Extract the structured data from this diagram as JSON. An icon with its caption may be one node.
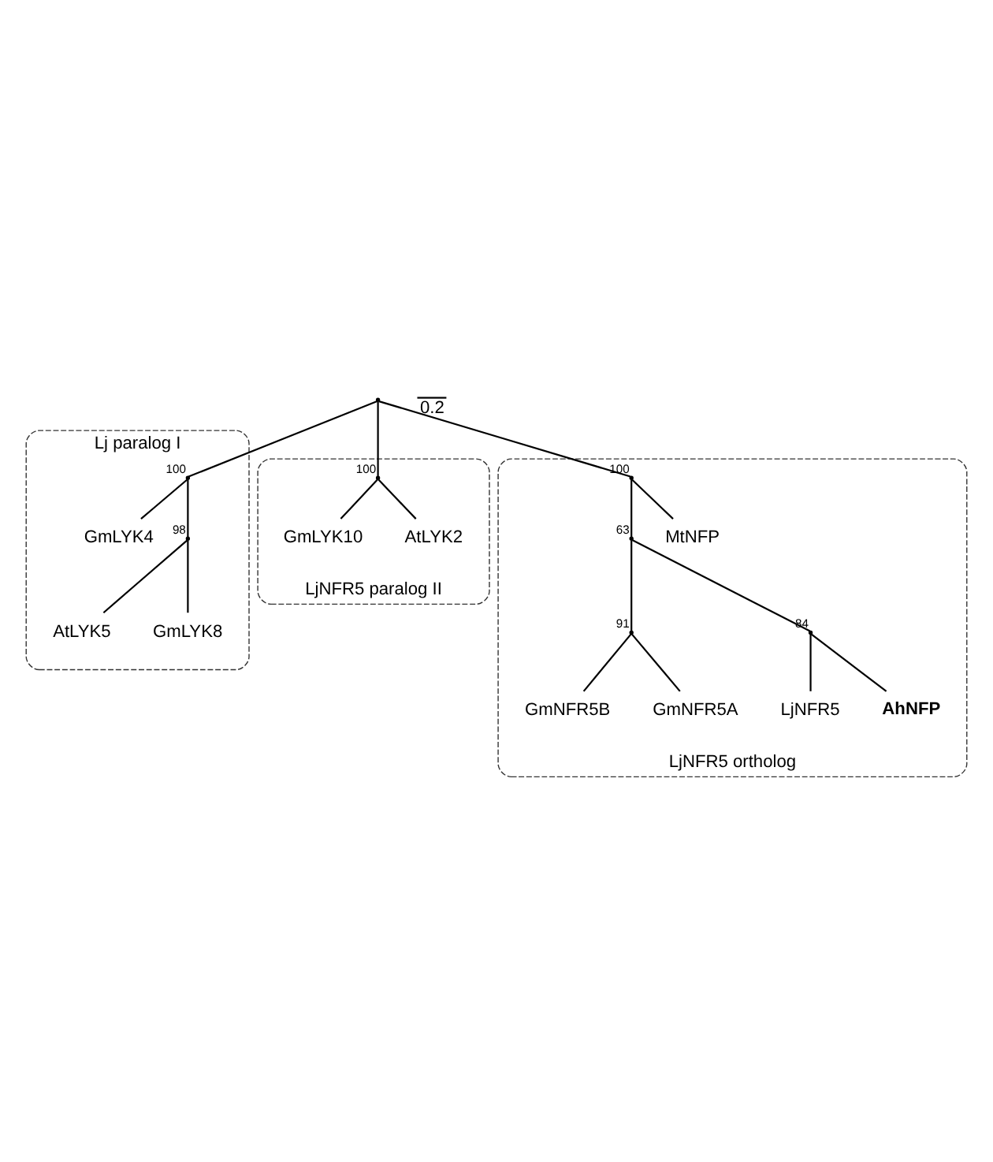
{
  "diagram": {
    "nodes": [
      {
        "text": [
          "Lj paralog I"
        ]
      },
      {
        "text": [
          "AtLYK5"
        ],
        "in": 0
      },
      {
        "text": [
          "GmLYK8"
        ],
        "in": 0
      },
      {
        "text": [
          "GmLYK4"
        ],
        "in": 0
      },
      {
        "text": [],
        "shape": "point",
        "beside": [
          "98"
        ],
        "in": 0
      },
      {
        "text": [],
        "shape": "point",
        "beside": [
          "100"
        ],
        "in": 0
      },
      {
        "text": [
          "LjNFR5 paralog II"
        ]
      },
      {
        "text": [
          "GmLYK10"
        ],
        "in": 6
      },
      {
        "text": [],
        "shape": "point",
        "beside": [
          "100"
        ],
        "in": 6
      },
      {
        "text": [
          "AtLYK2"
        ],
        "in": 6
      },
      {
        "text": [],
        "shape": "point"
      },
      {
        "text": [
          "LjNFR5 ortholog"
        ]
      },
      {
        "text": [],
        "shape": "point",
        "beside": [
          "100"
        ],
        "in": 11
      },
      {
        "text": [],
        "shape": "point",
        "beside": [
          "63"
        ],
        "in": 11
      },
      {
        "text": [],
        "shape": "point",
        "beside": [
          "91"
        ],
        "in": 11
      },
      {
        "text": [
          "GmNFR5B"
        ],
        "in": 11
      },
      {
        "text": [
          "GmNFR5A"
        ],
        "in": 11
      },
      {
        "text": [],
        "shape": "point",
        "beside": [
          "84"
        ],
        "in": 11
      },
      {
        "text": [
          "MtNFP"
        ],
        "in": 11
      },
      {
        "text": [
          "LjNFR5"
        ],
        "in": 11
      },
      {
        "text": [
          "AhNFP"
        ],
        "in": 11
      }
    ],
    "edges": [
      {
        "from": 10,
        "to": 5,
        "arrow": "none"
      },
      {
        "from": 5,
        "to": 4,
        "arrow": "none"
      },
      {
        "from": 5,
        "to": 3,
        "arrow": "none"
      },
      {
        "from": 4,
        "to": 1,
        "arrow": "none"
      },
      {
        "from": 4,
        "to": 2,
        "arrow": "none"
      },
      {
        "from": 10,
        "to": 8,
        "arrow": "none"
      },
      {
        "from": 8,
        "to": 7,
        "arrow": "none"
      },
      {
        "from": 8,
        "to": 9,
        "arrow": "none"
      },
      {
        "from": 10,
        "to": 12,
        "arrow": "none"
      },
      {
        "from": 12,
        "to": 18,
        "arrow": "none"
      },
      {
        "from": 12,
        "to": 13,
        "arrow": "none"
      },
      {
        "from": 13,
        "to": 14,
        "arrow": "none"
      },
      {
        "from": 14,
        "to": 15,
        "arrow": "none"
      },
      {
        "from": 14,
        "to": 16,
        "arrow": "none"
      },
      {
        "from": 13,
        "to": 17,
        "arrow": "none"
      },
      {
        "from": 17,
        "to": 19,
        "arrow": "none"
      },
      {
        "from": 17,
        "to": 20,
        "arrow": "none"
      }
    ],
    "labels": [
      "0.2"
    ]
  }
}
